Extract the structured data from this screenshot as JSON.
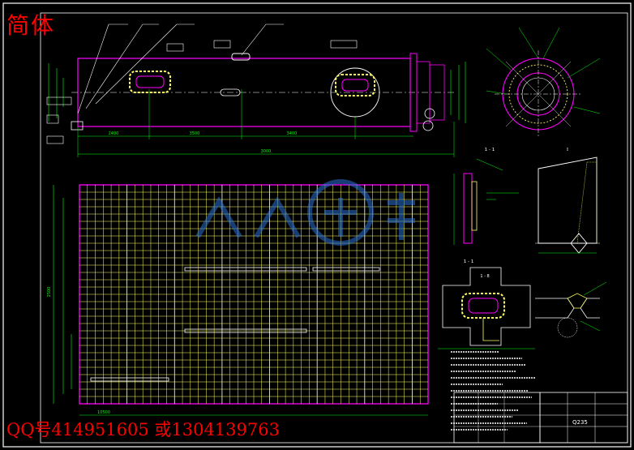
{
  "overlay": {
    "corner_label": "简体",
    "contact_label": "QQ号414951605  或1304139763"
  },
  "title_block": {
    "material": "Q235"
  },
  "section_labels": {
    "a": "1 - 1",
    "b": "1 - 1",
    "c": "1 - 8",
    "d": "I"
  },
  "dimensions": {
    "overall_length": "3000",
    "lower_width": "10500",
    "lower_height": "2500",
    "seg1": "2400",
    "seg2": "3500",
    "seg3": "3400"
  },
  "colors": {
    "background": "#000000",
    "border": "#ffffff",
    "outline": "#ff00ff",
    "dimension": "#00ff00",
    "grid": "#ffff66",
    "center": "#ffffff",
    "red": "#ff0000",
    "watermark": "#2a6fd6"
  }
}
